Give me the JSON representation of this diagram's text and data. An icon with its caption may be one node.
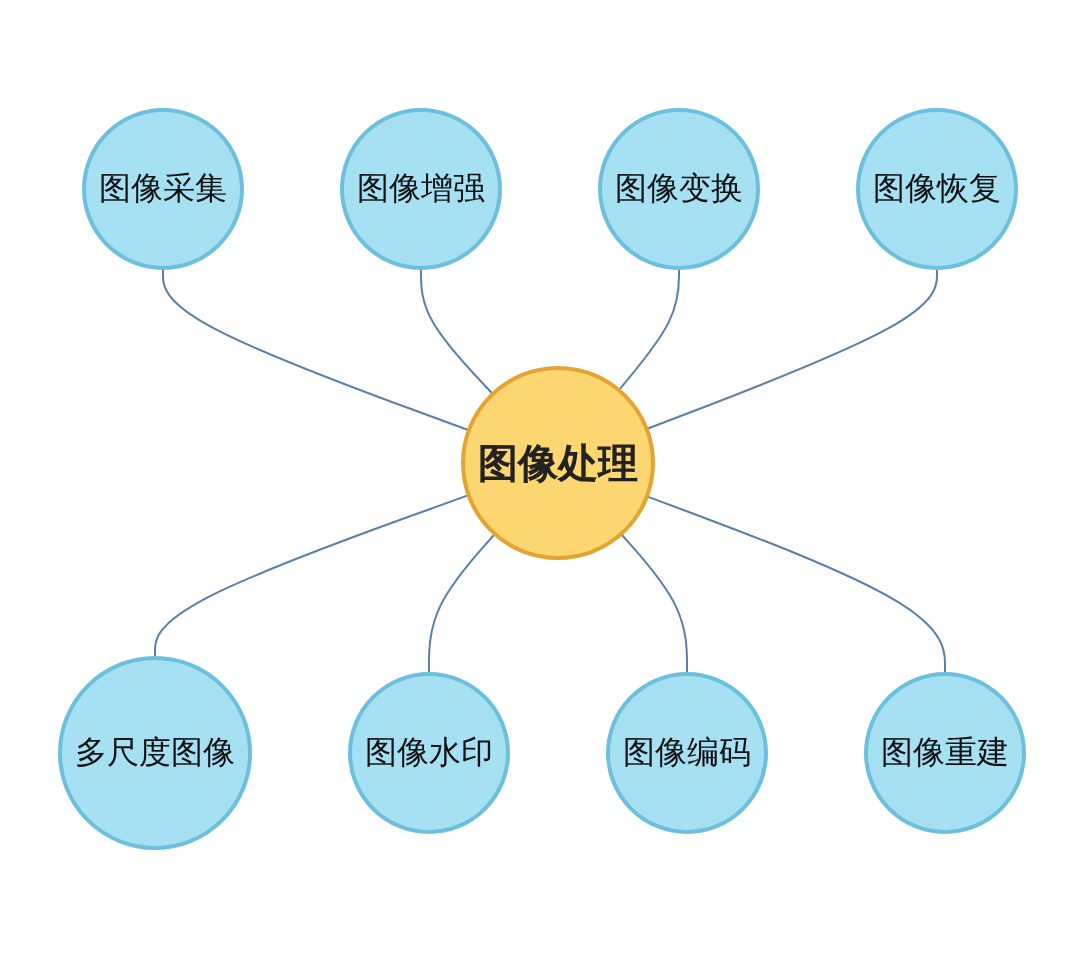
{
  "diagram": {
    "nodes": [
      {
        "text": [
          "图像处理"
        ]
      },
      {
        "text": [
          "图像变换"
        ]
      },
      {
        "text": [
          "图像恢复"
        ]
      },
      {
        "text": [
          "图像重建"
        ]
      },
      {
        "text": [
          "图像编码"
        ]
      },
      {
        "text": [
          "图像水印"
        ]
      },
      {
        "text": [
          "多尺度图像"
        ]
      },
      {
        "text": [
          "图像采集"
        ]
      },
      {
        "text": [
          "图像增强"
        ]
      }
    ],
    "edges": [
      {
        "from": 7,
        "to": 0,
        "arrow": "none"
      },
      {
        "from": 8,
        "to": 0,
        "arrow": "none"
      },
      {
        "from": 1,
        "to": 0,
        "arrow": "none"
      },
      {
        "from": 2,
        "to": 0,
        "arrow": "none"
      },
      {
        "from": 0,
        "to": 6,
        "arrow": "none"
      },
      {
        "from": 0,
        "to": 5,
        "arrow": "none"
      },
      {
        "from": 0,
        "to": 4,
        "arrow": "none"
      },
      {
        "from": 0,
        "to": 3,
        "arrow": "none"
      }
    ]
  }
}
